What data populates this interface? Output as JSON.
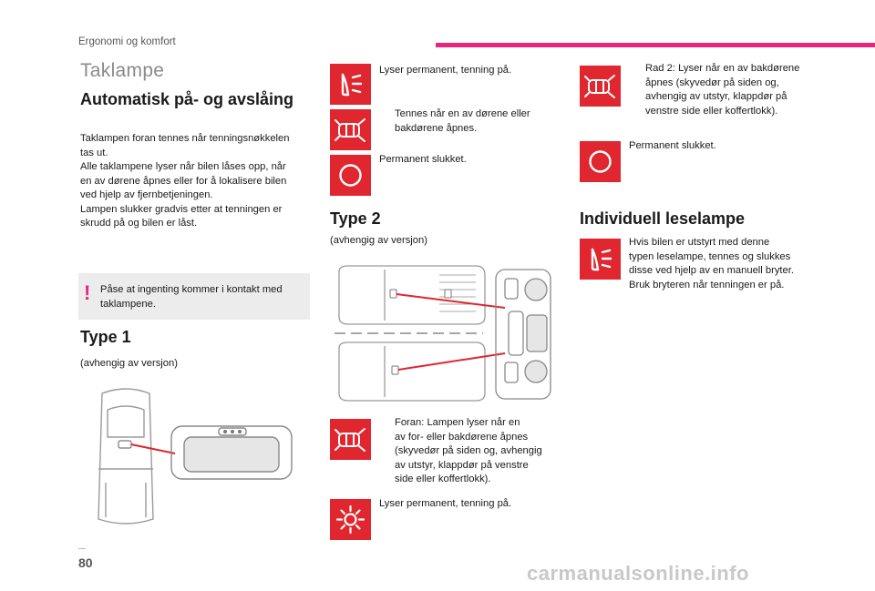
{
  "header": {
    "section": "Ergonomi og komfort"
  },
  "page": {
    "title": "Taklampe",
    "number": "80"
  },
  "auto": {
    "heading": "Automatisk på- og avslåing",
    "intro": "Taklampen foran tennes når tenningsnøkkelen\ntas ut.\nAlle taklampene lyser når bilen låses opp, når\nen av dørene åpnes eller for å lokalisere bilen\nved hjelp av fjernbetjeningen.\nLampen slukker gradvis etter at tenningen er\nskrudd på og bilen er låst.",
    "warning": "Påse at ingenting kommer i kontakt med\ntaklampene."
  },
  "type1": {
    "heading": "Type 1",
    "note": "(avhengig av versjon)",
    "items": [
      {
        "icon": "lamp-on-icon",
        "text": "Lyser permanent, tenning på."
      },
      {
        "icon": "door-lamp-icon",
        "text": "Tennes når en av dørene eller\nbakdørene åpnes."
      },
      {
        "icon": "lamp-off-icon",
        "text": "Permanent slukket."
      }
    ]
  },
  "type2": {
    "heading": "Type 2",
    "note": "(avhengig av versjon)",
    "items": [
      {
        "icon": "door-lamp-icon",
        "text": "Foran: Lampen lyser når en\nav for- eller bakdørene åpnes\n(skyvedør på siden og, avhengig\nav utstyr, klappdør på venstre\nside eller koffertlokk)."
      },
      {
        "icon": "sun-lamp-icon",
        "text": "Lyser permanent, tenning på."
      }
    ]
  },
  "rad2": {
    "items": [
      {
        "icon": "door-lamp-icon",
        "text": "Rad 2: Lyser når en av bakdørene\nåpnes (skyvedør på siden og,\navhengig av utstyr, klappdør på\nvenstre side eller koffertlokk)."
      },
      {
        "icon": "lamp-off-icon",
        "text": "Permanent slukket."
      }
    ]
  },
  "individual": {
    "heading": "Individuell leselampe",
    "icon": "reading-lamp-icon",
    "text": "Hvis bilen er utstyrt med denne\ntypen leselampe, tennes og slukkes\ndisse ved hjelp av en manuell bryter.\nBruk bryteren når tenningen er på."
  },
  "watermark": "carmanualsonline.info",
  "colors": {
    "accent": "#e6267f",
    "icon_bg": "#e0262e"
  }
}
